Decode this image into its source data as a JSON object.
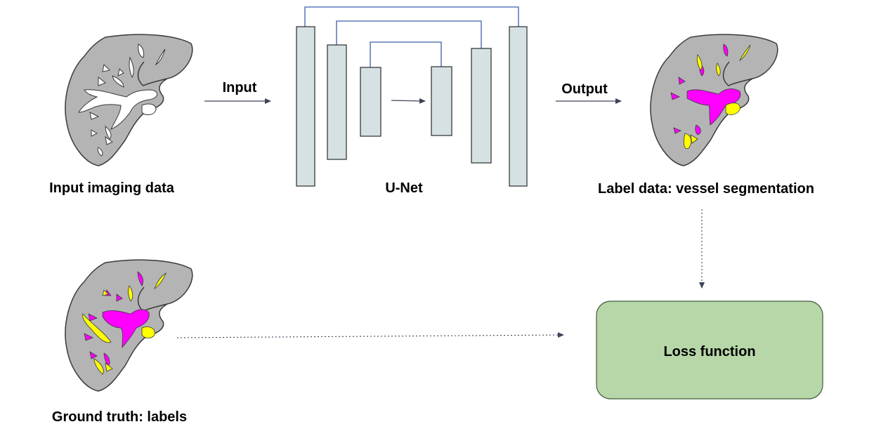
{
  "labels": {
    "input_data": "Input imaging data",
    "input_arrow": "Input",
    "unet": "U-Net",
    "output_arrow": "Output",
    "label_data": "Label data: vessel segmentation",
    "ground_truth": "Ground truth: labels",
    "loss": "Loss function"
  },
  "colors": {
    "liver_fill": "#b4b4b4",
    "liver_stroke": "#3a3a3a",
    "vessel_magenta": "#ff00ff",
    "vessel_yellow": "#ffff00",
    "unet_block_fill": "#d5e1e3",
    "unet_block_stroke": "#2b2b2b",
    "skip_line": "#3b5fa8",
    "arrow": "#3c4458",
    "loss_fill": "#b7d7a8",
    "loss_stroke": "#3f5a3a"
  }
}
